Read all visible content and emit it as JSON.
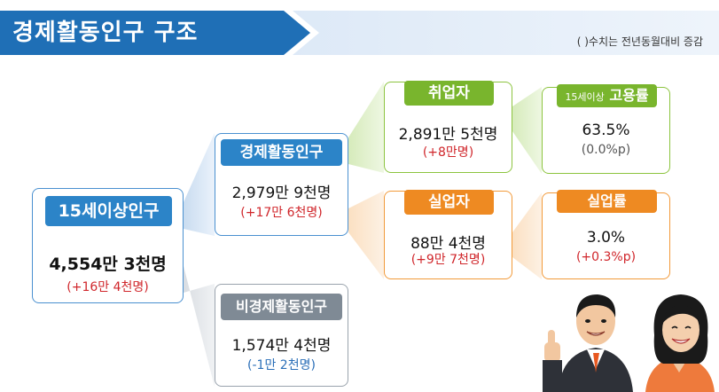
{
  "header": {
    "title": "경제활동인구 구조",
    "note": "(  )수치는 전년동월대비 증감"
  },
  "population": {
    "label": "15세이상인구",
    "value": "4,554만 3천명",
    "change": "(+16만 4천명)"
  },
  "active": {
    "label": "경제활동인구",
    "value": "2,979만 9천명",
    "change": "(+17만 6천명)"
  },
  "inactive": {
    "label": "비경제활동인구",
    "value": "1,574만 4천명",
    "change": "(-1만 2천명)"
  },
  "employed": {
    "label": "취업자",
    "value": "2,891만 5천명",
    "change": "(+8만명)"
  },
  "unemployed": {
    "label": "실업자",
    "value": "88만 4천명",
    "change": "(+9만 7천명)"
  },
  "employment_rate": {
    "label_prefix": "15세이상",
    "label_main": "고용률",
    "value": "63.5%",
    "change": "(0.0%p)"
  },
  "unemployment_rate": {
    "label": "실업률",
    "value": "3.0%",
    "change": "(+0.3%p)"
  },
  "colors": {
    "title_blue": "#1f6fb6",
    "blue": "#2c84c8",
    "green": "#79b52d",
    "orange": "#ee8a22",
    "gray": "#7f8a95",
    "increase_red": "#d0262b",
    "decrease_blue": "#2b6fb8"
  },
  "icons": [
    "person-thumbs-up-illustration",
    "person-smiling-illustration"
  ]
}
